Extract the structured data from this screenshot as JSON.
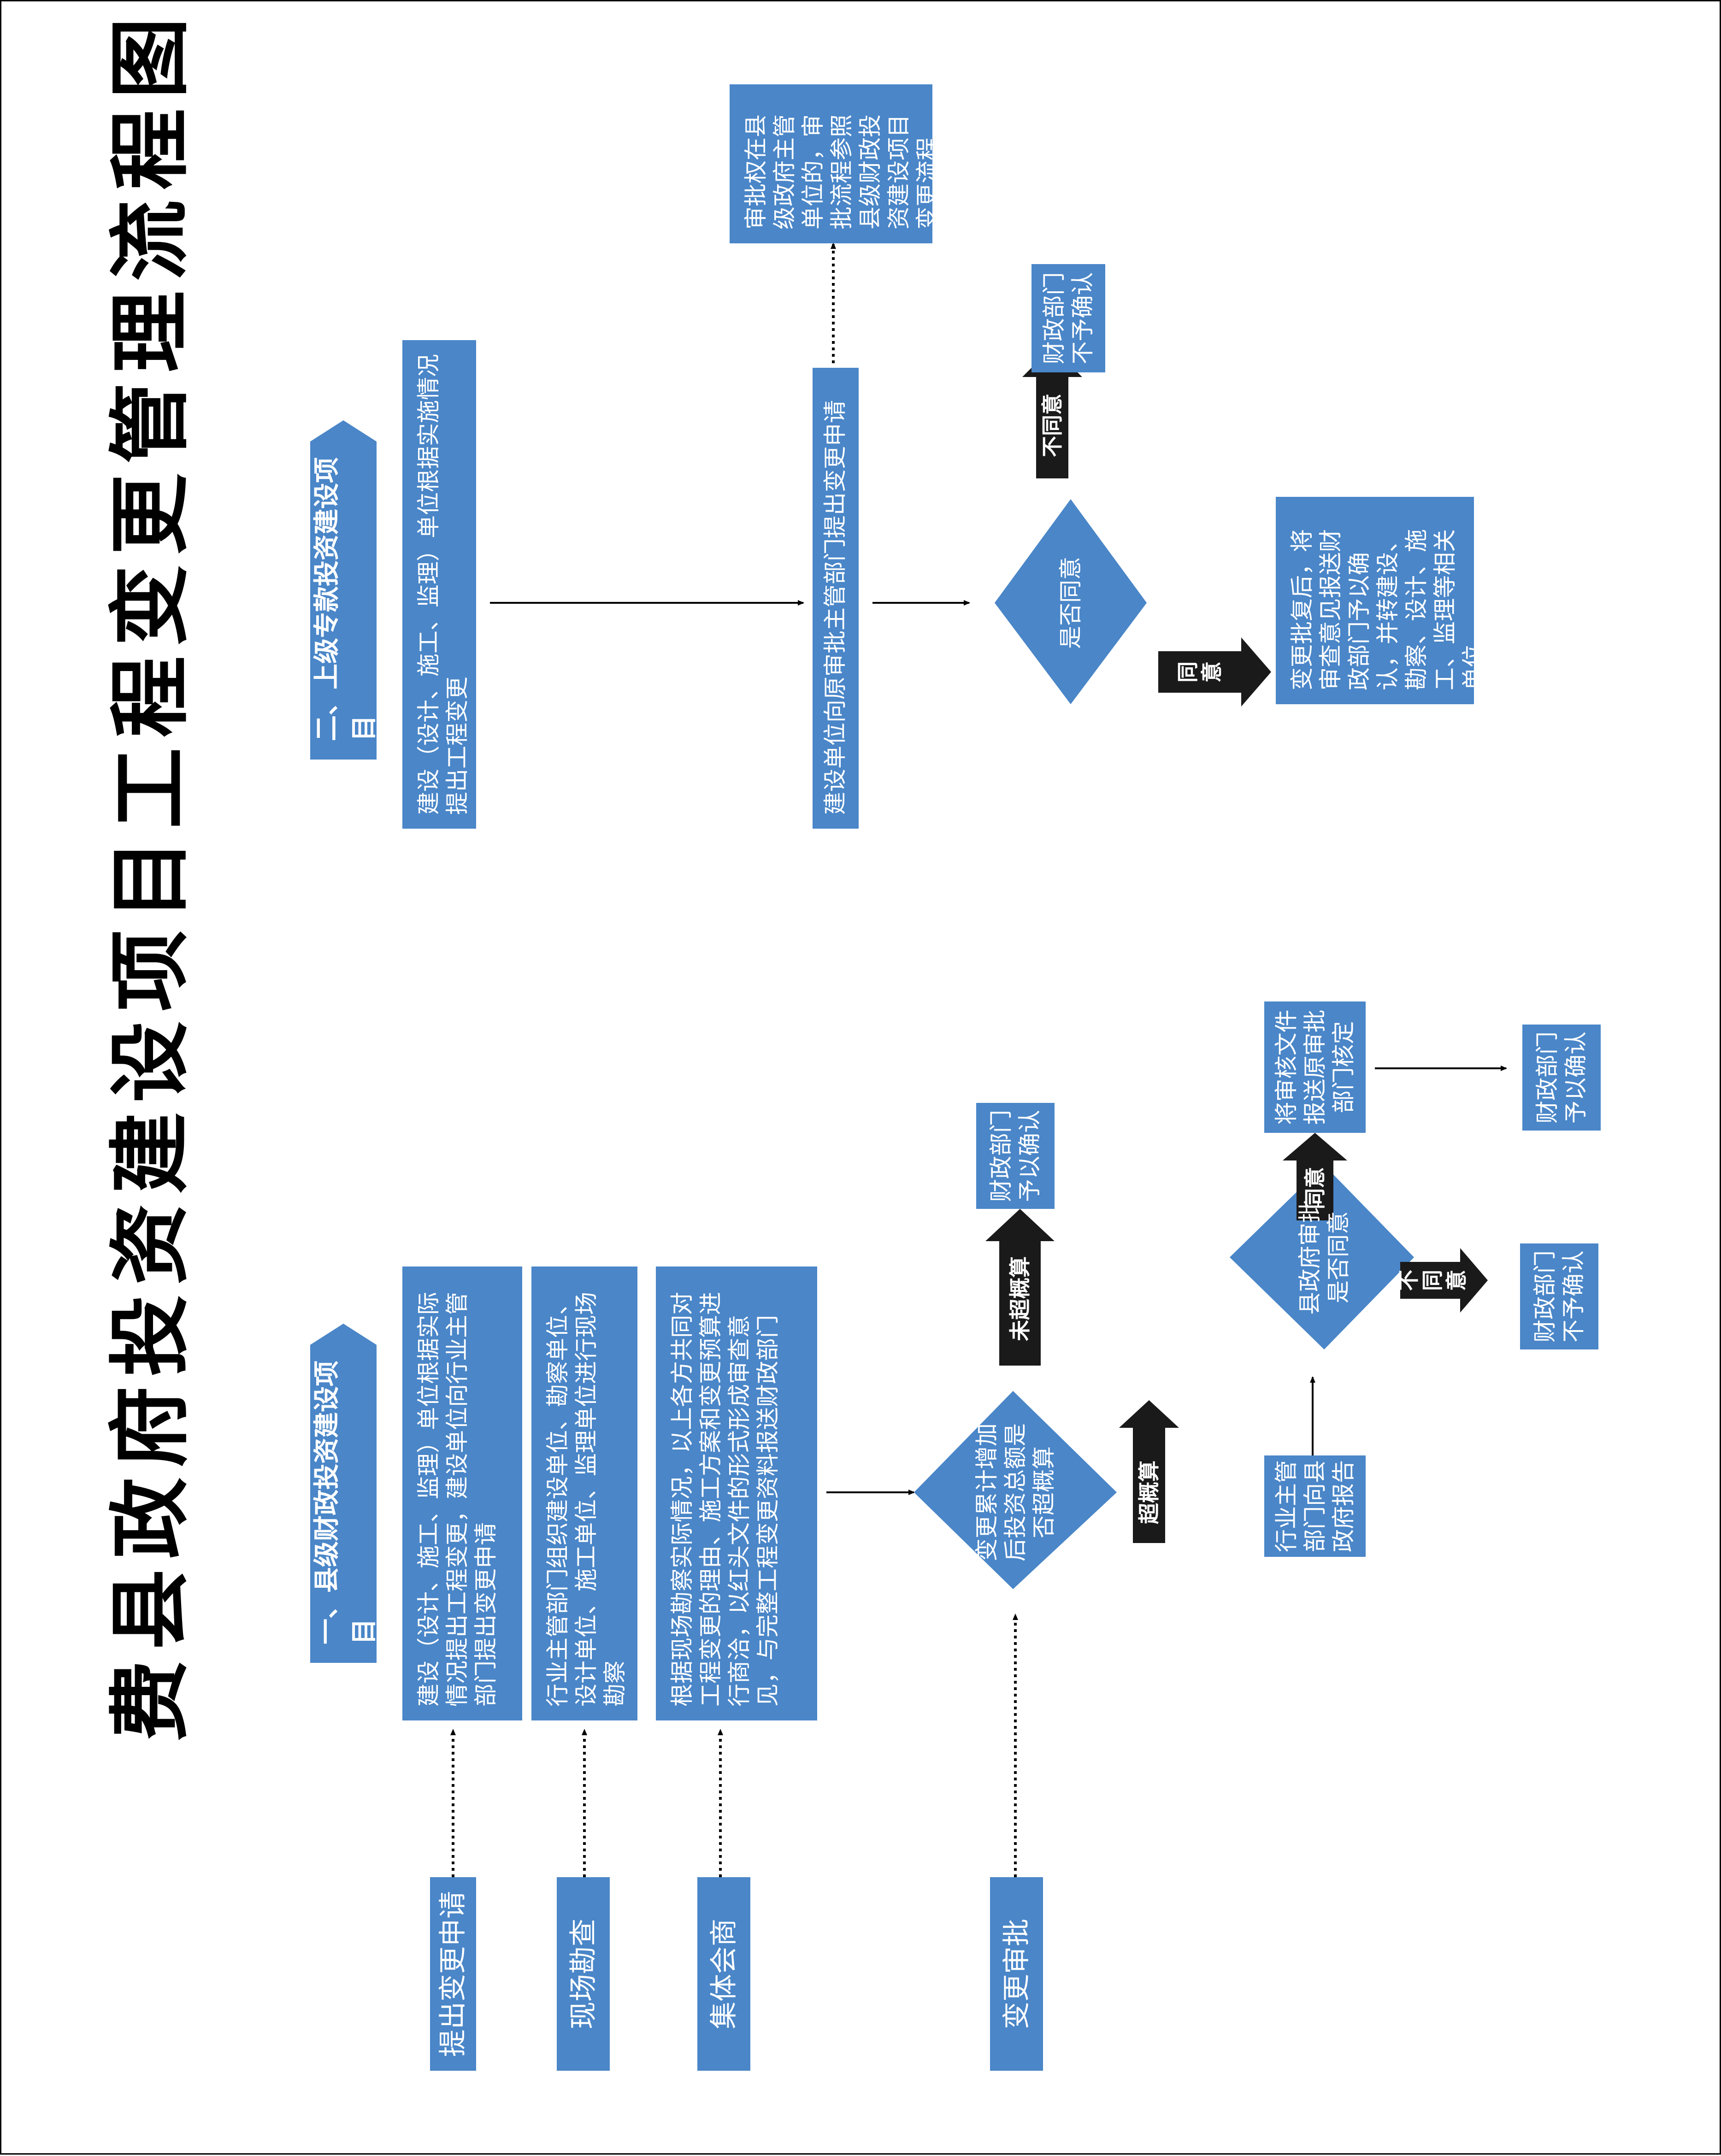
{
  "title": "费县政府投资建设项目工程变更管理流程图",
  "colors": {
    "box": "#4a86c8",
    "dark": "#1a1a1a"
  },
  "sections": {
    "county": {
      "heading": "一、县级财政投资建设项目",
      "stages": [
        "提出变更申请",
        "现场勘查",
        "集体会商",
        "变更审批"
      ],
      "step1": "建设（设计、施工、监理）单位根据实际情况提出工程变更，建设单位向行业主管部门提出变更申请",
      "step2": "行业主管部门组织建设单位、勘察单位、设计单位、施工单位、监理单位进行现场勘察",
      "step3": "根据现场勘察实际情况，以上各方共同对工程变更的理由、施工方案和变更预算进行商洽，以红头文件的形式形成审查意见，与完整工程变更资料报送财政部门",
      "decision1": "变更累计增加后投资总额是否超概算",
      "not_over": "未超概算",
      "finance_confirm_1": "财政部门予以确认",
      "over": "超概算",
      "report": "行业主管部门向县政府报告",
      "decision2": "县政府审批是否同意",
      "agree": "同意",
      "disagree": "不同意",
      "forward": "将审核文件报送原审批部门核定",
      "finance_confirm_2": "财政部门予以确认",
      "finance_reject": "财政部门不予确认"
    },
    "upper": {
      "heading": "二、上级专款投资建设项目",
      "step1": "建设（设计、施工、监理）单位根据实施情况提出工程变更",
      "step2": "建设单位向原审批主管部门提出变更申请",
      "authority_note": "审批权在县级政府主管单位的，审批流程参照县级财政投资建设项目变更流程",
      "decision": "是否同意",
      "disagree": "不同意",
      "finance_reject": "财政部门不予确认",
      "agree": "同意",
      "after_approval": "变更批复后，将审查意见报送财政部门予以确认，并转建设、勘察、设计、施工、监理等相关单位"
    }
  }
}
